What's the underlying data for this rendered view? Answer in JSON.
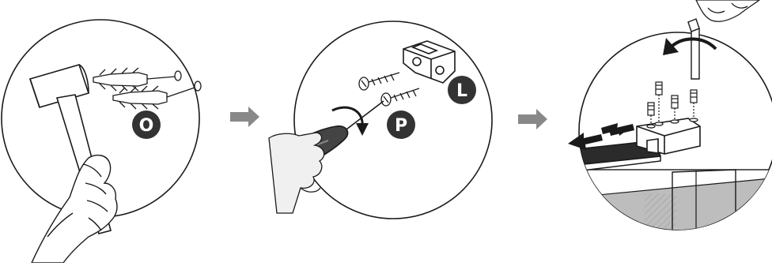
{
  "steps": [
    {
      "id": "step-1",
      "tools": [
        "hammer"
      ],
      "parts": [
        "wall-plug",
        "wall-plug"
      ],
      "badge": "O"
    },
    {
      "id": "step-2",
      "tools": [
        "screwdriver"
      ],
      "parts": [
        "screw",
        "screw",
        "bracket"
      ],
      "badge": "P",
      "bracket_badge": "L"
    },
    {
      "id": "step-3",
      "tools": [
        "allen-key"
      ],
      "parts": [
        "grub-screw",
        "grub-screw",
        "grub-screw",
        "grub-screw"
      ],
      "action": "slide-and-tighten"
    }
  ],
  "arrows": [
    "next-arrow",
    "next-arrow"
  ],
  "colors": {
    "line": "#1a1a1a",
    "arrow": "#888888",
    "badge_fill": "#333333",
    "badge_text": "#ffffff",
    "rail": "#2b2b2b",
    "glass": "#bdbdbd"
  }
}
